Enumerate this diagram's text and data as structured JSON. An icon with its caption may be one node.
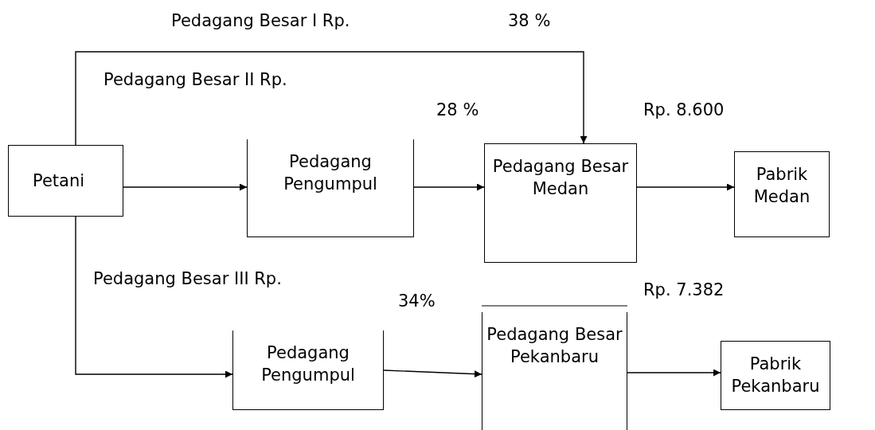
{
  "diagram": {
    "nodes": [
      {
        "text": [
          "Petani"
        ]
      },
      {
        "text": [
          "Pedagang Pengumpul"
        ]
      },
      {
        "text": [
          "Pedagang Besar Medan"
        ]
      },
      {
        "text": [
          "Pabrik Medan"
        ]
      },
      {
        "text": [
          "Pedagang Pengumpul"
        ]
      },
      {
        "text": [
          "Pedagang Besar Pekanbaru"
        ]
      },
      {
        "text": [
          "Pabrik Pekanbaru"
        ]
      }
    ],
    "edges": [
      {
        "from": 0,
        "to": 1,
        "arrow": "to"
      },
      {
        "from": 1,
        "to": 2,
        "arrow": "to"
      },
      {
        "from": 2,
        "to": 3,
        "arrow": "to"
      },
      {
        "from": 0,
        "to": 2,
        "arrow": "to"
      },
      {
        "from": 0,
        "to": 4,
        "arrow": "to"
      },
      {
        "from": 4,
        "to": 5,
        "arrow": "to"
      },
      {
        "from": 5,
        "to": 6,
        "arrow": "to"
      }
    ],
    "labels": [
      "Pedagang Besar I Rp.",
      "38 %",
      "Pedagang Besar II Rp.",
      "28 %",
      "Rp. 8.600",
      "Pedagang Besar III Rp.",
      "34%",
      "Rp. 7.382"
    ]
  }
}
